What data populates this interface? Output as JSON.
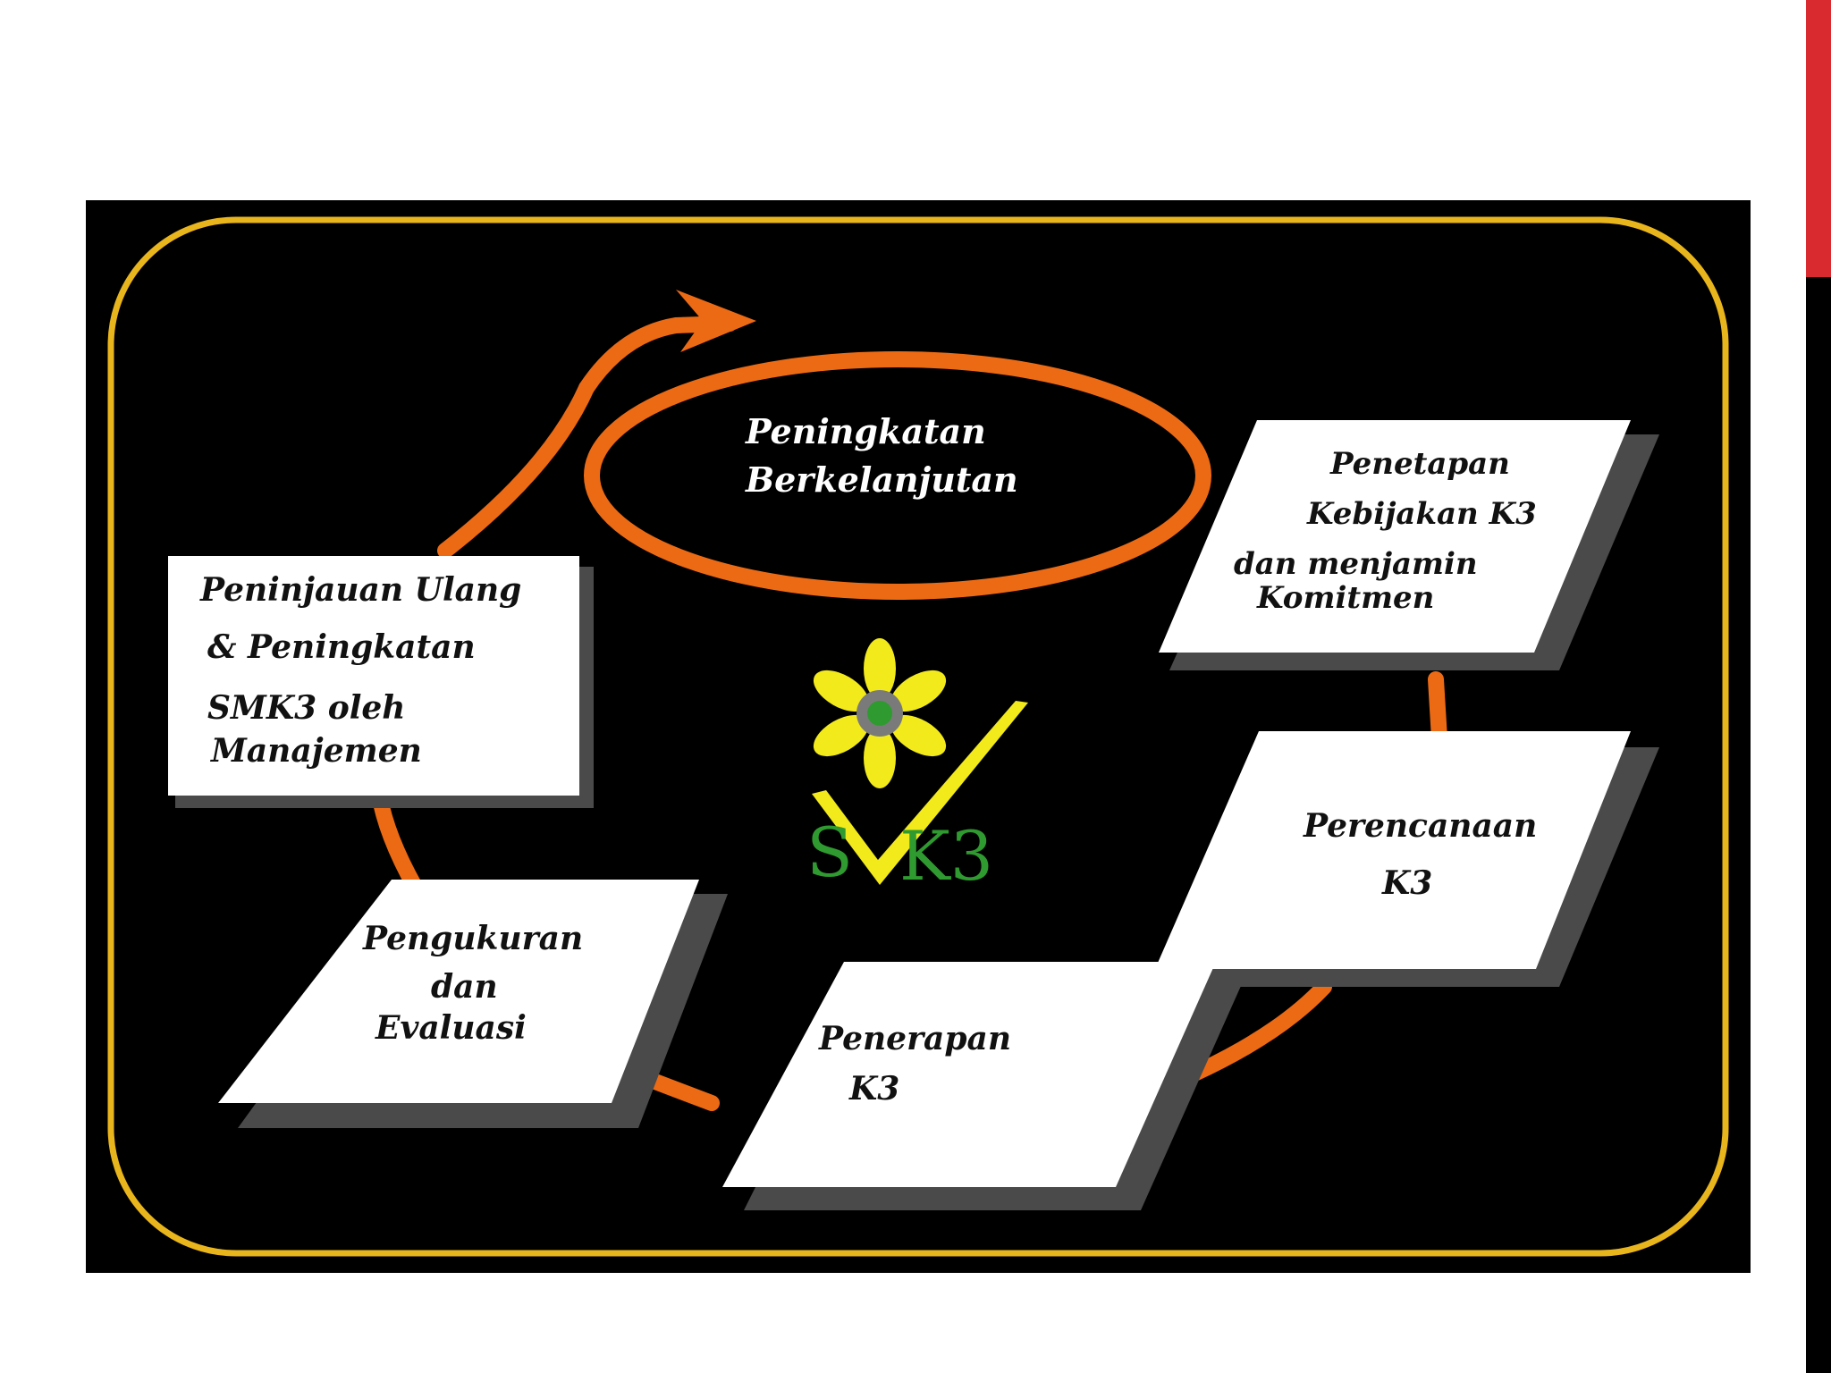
{
  "colors": {
    "frame": "#e9b51c",
    "arrow": "#ec6a14",
    "box_fill": "#ffffff",
    "box_shadow": "#4a4a4a",
    "background": "#000000",
    "logo_green": "#2f9a2f",
    "logo_yellow": "#f2ea1a",
    "slide_accent": "#d92b2f"
  },
  "diagram": {
    "center": {
      "line1": "Peningkatan",
      "line2": "Berkelanjutan"
    },
    "steps": {
      "policy": {
        "line1": "Penetapan",
        "line2": "Kebijakan K3",
        "line3": "dan menjamin",
        "line4": "Komitmen"
      },
      "planning": {
        "line1": "Perencanaan",
        "line2": "K3"
      },
      "implementation": {
        "line1": "Penerapan",
        "line2": "K3"
      },
      "measurement": {
        "line1": "Pengukuran",
        "line2": "dan",
        "line3": "Evaluasi"
      },
      "review": {
        "line1": "Peninjauan  Ulang",
        "line2": "& Peningkatan",
        "line3": "SMK3 oleh",
        "line4": "Manajemen"
      }
    },
    "logo": {
      "text_left": "S",
      "text_right": "K3",
      "icon": "smk3-checkmark-flower-logo"
    }
  }
}
